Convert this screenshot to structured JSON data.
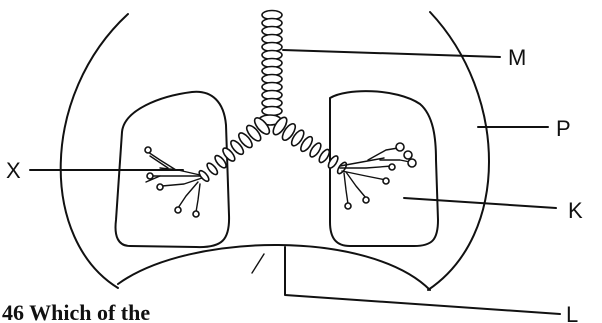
{
  "labels": {
    "M": "M",
    "P": "P",
    "X": "X",
    "K": "K",
    "L": "L"
  },
  "caption": "46   Which of the"
}
